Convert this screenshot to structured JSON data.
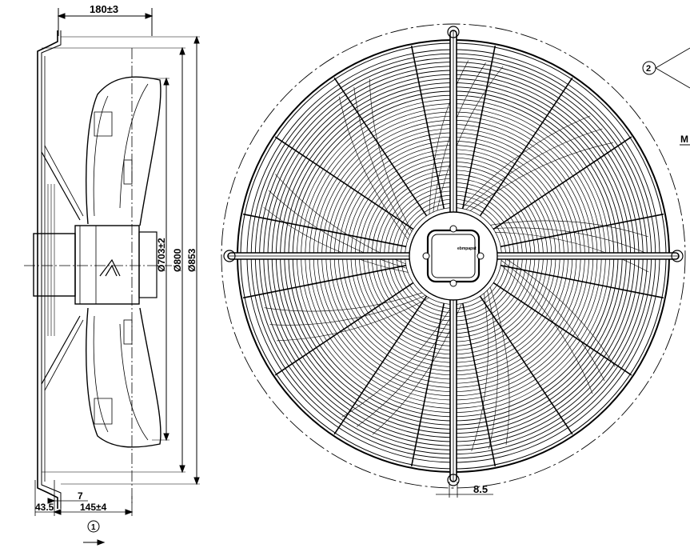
{
  "side_view": {
    "dim_top": "180±3",
    "dim_inner_dia": "Ø703±2",
    "dim_mid_dia": "Ø800",
    "dim_outer_dia": "Ø853",
    "dim_small": "7",
    "dim_flange": "43.5",
    "dim_depth": "145±4",
    "marker_airflow": "1"
  },
  "front_view": {
    "dim_bottom": "8.5",
    "motor_label": "ebmpapst"
  },
  "detail": {
    "marker": "2",
    "cut_letter": "M"
  },
  "colors": {
    "line": "#000000",
    "background": "#ffffff"
  }
}
